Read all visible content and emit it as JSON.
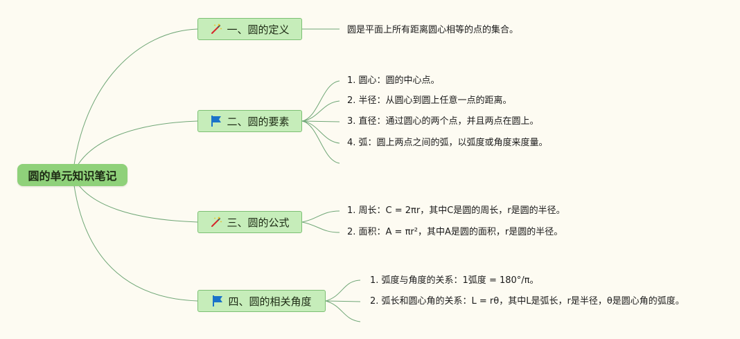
{
  "root": {
    "label": "圆的单元知识笔记"
  },
  "branches": [
    {
      "label": "一、圆的定义",
      "icon": "magic-wand-icon",
      "items": [
        "圆是平面上所有距离圆心相等的点的集合。"
      ]
    },
    {
      "label": "二、圆的要素",
      "icon": "blue-flag-icon",
      "items": [
        "1. 圆心：圆的中心点。",
        "2. 半径：从圆心到圆上任意一点的距离。",
        "3. 直径：通过圆心的两个点，并且两点在圆上。",
        "4. 弧：圆上两点之间的弧，以弧度或角度来度量。"
      ]
    },
    {
      "label": "三、圆的公式",
      "icon": "magic-wand-icon",
      "items": [
        "1. 周长：C = 2πr，其中C是圆的周长，r是圆的半径。",
        "2. 面积：A = πr²，其中A是圆的面积，r是圆的半径。"
      ]
    },
    {
      "label": "四、圆的相关角度",
      "icon": "blue-flag-icon",
      "items": [
        "1. 弧度与角度的关系：1弧度 = 180°/π。",
        "2. 弧长和圆心角的关系：L = rθ，其中L是弧长，r是半径，θ是圆心角的弧度。"
      ]
    }
  ],
  "colors": {
    "root": "#8fd17a",
    "branch": "#c6edba",
    "line": "#5c9a66",
    "flag": "#1a73c9",
    "wand": "#d7262b"
  }
}
